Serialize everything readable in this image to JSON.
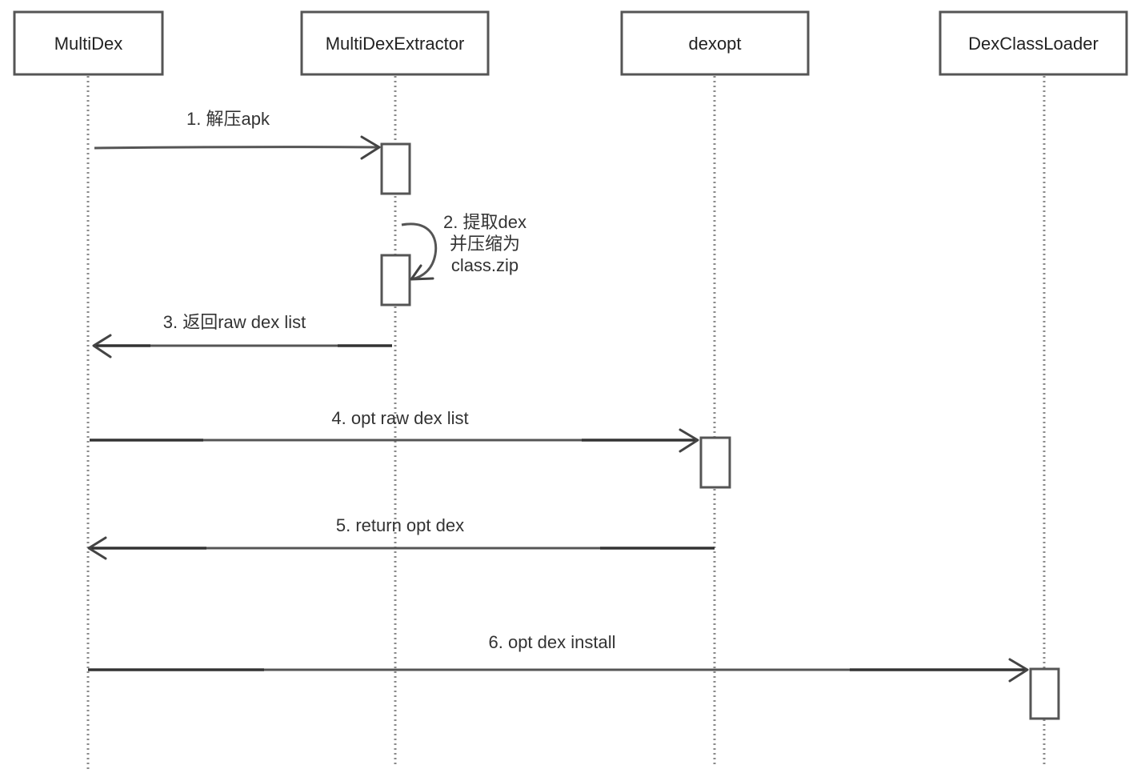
{
  "participants": [
    {
      "id": "multidex",
      "label": "MultiDex"
    },
    {
      "id": "extractor",
      "label": "MultiDexExtractor"
    },
    {
      "id": "dexopt",
      "label": "dexopt"
    },
    {
      "id": "loader",
      "label": "DexClassLoader"
    }
  ],
  "messages": [
    {
      "id": "m1",
      "label": "1. 解压apk",
      "from": "multidex",
      "to": "extractor"
    },
    {
      "id": "m2",
      "label_lines": [
        "2. 提取dex",
        "并压缩为",
        "class.zip"
      ],
      "from": "extractor",
      "to": "extractor"
    },
    {
      "id": "m3",
      "label": "3. 返回raw dex list",
      "from": "extractor",
      "to": "multidex"
    },
    {
      "id": "m4",
      "label": "4. opt raw dex list",
      "from": "multidex",
      "to": "dexopt"
    },
    {
      "id": "m5",
      "label": "5. return opt dex",
      "from": "dexopt",
      "to": "multidex"
    },
    {
      "id": "m6",
      "label": "6. opt dex install",
      "from": "multidex",
      "to": "loader"
    }
  ]
}
